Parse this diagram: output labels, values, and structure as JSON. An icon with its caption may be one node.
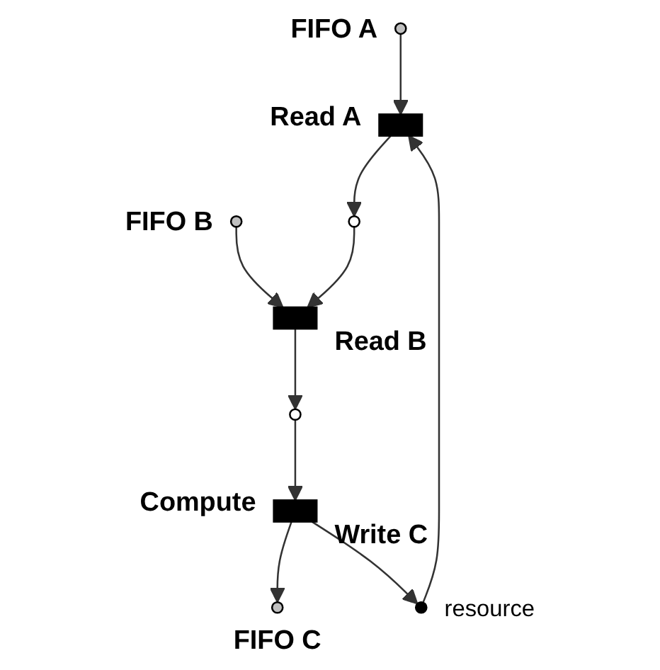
{
  "diagram": {
    "nodes": [
      {
        "text": [],
        "shape": "circle",
        "beside": [
          "FIFO A"
        ]
      },
      {
        "text": [],
        "shape": "circle",
        "beside": [
          "resource"
        ]
      },
      {
        "text": [],
        "shape": "bar",
        "beside": [
          "Read A"
        ]
      },
      {
        "text": [],
        "shape": "circle"
      },
      {
        "text": [],
        "shape": "circle",
        "beside": [
          "FIFO B"
        ]
      },
      {
        "text": [],
        "shape": "bar",
        "beside": [
          "Read B"
        ]
      },
      {
        "text": [],
        "shape": "circle"
      },
      {
        "text": [],
        "shape": "bar",
        "beside": [
          "Compute",
          "Write C"
        ]
      },
      {
        "text": [],
        "shape": "circle",
        "beside": [
          "FIFO C"
        ]
      }
    ],
    "edges": [
      {
        "from": 0,
        "to": 2,
        "arrow": "to"
      },
      {
        "from": 1,
        "to": 2,
        "arrow": "to"
      },
      {
        "from": 2,
        "to": 3,
        "arrow": "to"
      },
      {
        "from": 4,
        "to": 5,
        "arrow": "to"
      },
      {
        "from": 3,
        "to": 5,
        "arrow": "to"
      },
      {
        "from": 5,
        "to": 6,
        "arrow": "to"
      },
      {
        "from": 6,
        "to": 7,
        "arrow": "to"
      },
      {
        "from": 7,
        "to": 8,
        "arrow": "to"
      },
      {
        "from": 7,
        "to": 1,
        "arrow": "to"
      }
    ]
  }
}
